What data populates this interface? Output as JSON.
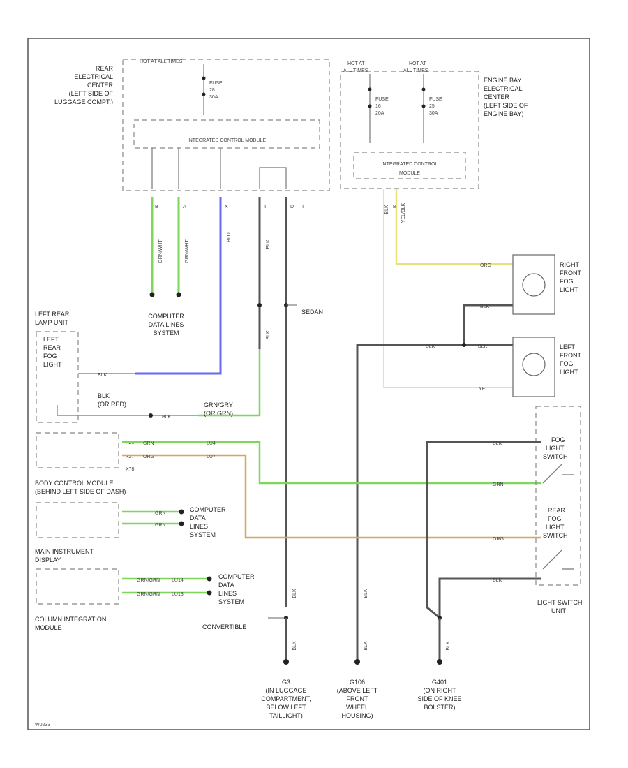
{
  "components": {
    "rear_center": [
      "REAR",
      "ELECTRICAL",
      "CENTER",
      "(LEFT SIDE OF",
      "LUGGAGE COMPT.)"
    ],
    "rear_hot": "HOT AT ALL TIMES",
    "fuse_rear": [
      "FUSE",
      "28",
      "30A"
    ],
    "icm_rear": "INTEGRATED CONTROL MODULE",
    "engine_hot_1": [
      "HOT AT",
      "ALL TIMES"
    ],
    "engine_hot_2": [
      "HOT AT",
      "ALL TIMES"
    ],
    "fuse_eng_1": [
      "FUSE",
      "16",
      "20A"
    ],
    "fuse_eng_2": [
      "FUSE",
      "25",
      "30A"
    ],
    "engine_center": [
      "ENGINE BAY",
      "ELECTRICAL",
      "CENTER",
      "(LEFT SIDE OF",
      "ENGINE BAY)"
    ],
    "icm_engine": [
      "INTEGRATED CONTROL",
      "MODULE"
    ],
    "cdls_1": [
      "COMPUTER",
      "DATA LINES",
      "SYSTEM"
    ],
    "cdls_2": [
      "COMPUTER",
      "DATA",
      "LINES",
      "SYSTEM"
    ],
    "cdls_3": [
      "COMPUTER",
      "DATA",
      "LINES",
      "SYSTEM"
    ],
    "sedan": "SEDAN",
    "convertible": "CONVERTIBLE",
    "left_rear_conn": [
      "LEFT REAR",
      "LAMP UNIT"
    ],
    "left_rear_fog": [
      "LEFT",
      "REAR",
      "FOG",
      "LIGHT"
    ],
    "right_front_fog": [
      "RIGHT",
      "FRONT",
      "FOG",
      "LIGHT"
    ],
    "left_front_fog": [
      "LEFT",
      "FRONT",
      "FOG",
      "LIGHT"
    ],
    "fog_switch": [
      "FOG",
      "LIGHT",
      "SWITCH"
    ],
    "rear_fog_switch": [
      "REAR",
      "FOG",
      "LIGHT",
      "SWITCH"
    ],
    "light_switch_unit": [
      "LIGHT SWITCH",
      "UNIT"
    ],
    "bcm": [
      "BODY CONTROL MODULE",
      "(BEHIND LEFT SIDE OF DASH)"
    ],
    "mip": [
      "MAIN INSTRUMENT",
      "DISPLAY"
    ],
    "cim": [
      "COLUMN INTEGRATION",
      "MODULE"
    ],
    "ground_g3": [
      "G3",
      "(IN LUGGAGE",
      "COMPARTMENT,",
      "BELOW LEFT",
      "TAILLIGHT)"
    ],
    "ground_g106": [
      "G106",
      "(ABOVE LEFT",
      "FRONT",
      "WHEEL",
      "HOUSING)"
    ],
    "ground_g401": [
      "G401",
      "(ON RIGHT",
      "SIDE OF KNEE",
      "BOLSTER)"
    ],
    "blk_or_red": [
      "BLK",
      "(OR RED)"
    ],
    "gry_or_grn": [
      "GRN/GRY",
      "(OR GRN)"
    ],
    "x78": "X78",
    "corner_code": "W0233"
  },
  "wires": {
    "top_codes": [
      "B",
      "A",
      "X",
      "T",
      "D",
      "T",
      "B"
    ],
    "grn_wht_1": "GRN/WHT",
    "grn_wht_2": "GRN/WHT",
    "blu": "BLU",
    "blk": "BLK",
    "yel_blk": "YEL/BLK",
    "org": "ORG",
    "blk_rf": "BLK",
    "blk_lf": "BLK",
    "yel": "YEL",
    "blk_lr": "BLK",
    "blk_grn": "BLK",
    "grn_mid": "GRN",
    "pin_x26": "X26",
    "pin_x27": "X27",
    "grn_bcm": "GRN",
    "org_bcm": "ORG",
    "lu4": "LU4",
    "lu7": "LU7",
    "grn_sw": "GRN",
    "org_sw": "ORG",
    "blk_sw1": "BLK",
    "blk_sw2": "BLK",
    "grn_m1": "GRN",
    "grn_m2": "GRN",
    "grn_c1": "GRN/GRN",
    "grn_c2": "GRN/GRN",
    "lu14": "LU14",
    "lu13": "LU13",
    "blk_g3": "BLK",
    "blk_g3b": "BLK",
    "blk_g106": "BLK",
    "blk_g106b": "BLK",
    "blk_g401": "BLK"
  },
  "colors": {
    "green": "#7fd65b",
    "blue": "#6a6af0",
    "yellow": "#e8e27a",
    "orange": "#d4a860",
    "black": "#555555"
  }
}
